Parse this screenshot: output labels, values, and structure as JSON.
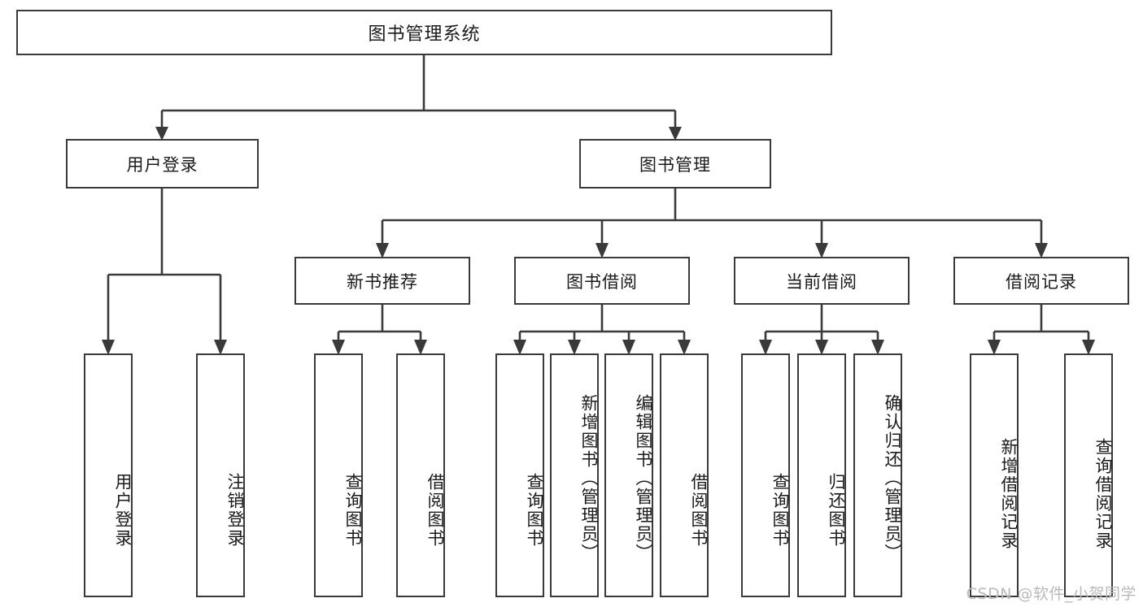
{
  "diagram": {
    "title_text": "图书管理系统",
    "type": "tree-hierarchy-chart",
    "watermark": "CSDN @软件_小贺同学",
    "colors": {
      "box_border": "#3a3a3a",
      "box_fill": "#ffffff",
      "line": "#3a3a3a",
      "text": "#1a1a1a",
      "watermark": "#b9b9b9",
      "background": "#ffffff"
    },
    "root": {
      "label": "图书管理系统"
    },
    "level2": [
      {
        "label": "用户登录"
      },
      {
        "label": "图书管理"
      }
    ],
    "level3": [
      {
        "label": "新书推荐"
      },
      {
        "label": "图书借阅"
      },
      {
        "label": "当前借阅"
      },
      {
        "label": "借阅记录"
      }
    ],
    "leaves": {
      "user_login": [
        {
          "label": "用户登录"
        },
        {
          "label": "注销登录"
        }
      ],
      "new_book_recommend": [
        {
          "label": "查询图书"
        },
        {
          "label": "借阅图书"
        }
      ],
      "book_borrow": [
        {
          "label": "查询图书"
        },
        {
          "label": "新增图书（管理员）"
        },
        {
          "label": "编辑图书（管理员）"
        },
        {
          "label": "借阅图书"
        }
      ],
      "current_borrow": [
        {
          "label": "查询图书"
        },
        {
          "label": "归还图书"
        },
        {
          "label": "确认归还（管理员）"
        }
      ],
      "borrow_record": [
        {
          "label": "新增借阅记录"
        },
        {
          "label": "查询借阅记录"
        }
      ]
    }
  }
}
